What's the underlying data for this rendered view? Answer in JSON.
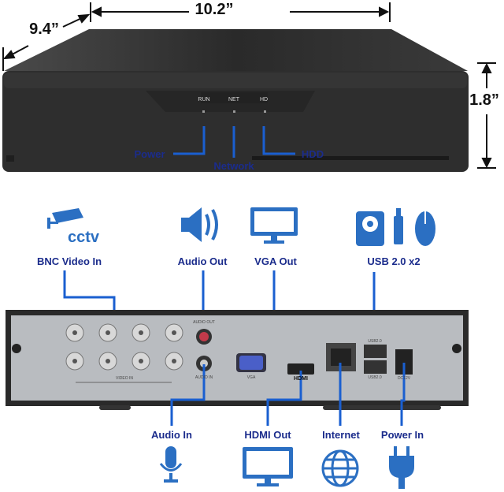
{
  "dimensions": {
    "width": "10.2”",
    "depth": "9.4”",
    "height": "1.8”"
  },
  "front_panel": {
    "leds": [
      {
        "label": "RUN"
      },
      {
        "label": "NET"
      },
      {
        "label": "HD"
      }
    ],
    "callouts": {
      "power": "Power",
      "network": "Network",
      "hdd": "HDD"
    }
  },
  "top_callouts": [
    {
      "label": "BNC Video In",
      "icon": "cctv-camera-icon",
      "icon_text": "cctv"
    },
    {
      "label": "Audio Out",
      "icon": "speaker-icon"
    },
    {
      "label": "VGA Out",
      "icon": "monitor-icon"
    },
    {
      "label": "USB 2.0 x2",
      "icon": "usb-devices-icon"
    }
  ],
  "bottom_callouts": [
    {
      "label": "Audio In",
      "icon": "microphone-icon"
    },
    {
      "label": "HDMI Out",
      "icon": "monitor-icon"
    },
    {
      "label": "Internet",
      "icon": "globe-icon"
    },
    {
      "label": "Power In",
      "icon": "power-plug-icon"
    }
  ],
  "rear_panel": {
    "audio_out": "AUDIO OUT",
    "audio_in": "AUDIO IN",
    "video_in": "VIDEO IN",
    "vga": "VGA",
    "hdmi": "HDMI",
    "usb_top": "USB2.0",
    "usb_bottom": "USB2.0",
    "dc": "DC12V"
  },
  "colors": {
    "label": "#1b2c8c",
    "leader_line": "#1a5fd0",
    "icon": "#2b6fc2",
    "device": "#2b2b2b"
  }
}
